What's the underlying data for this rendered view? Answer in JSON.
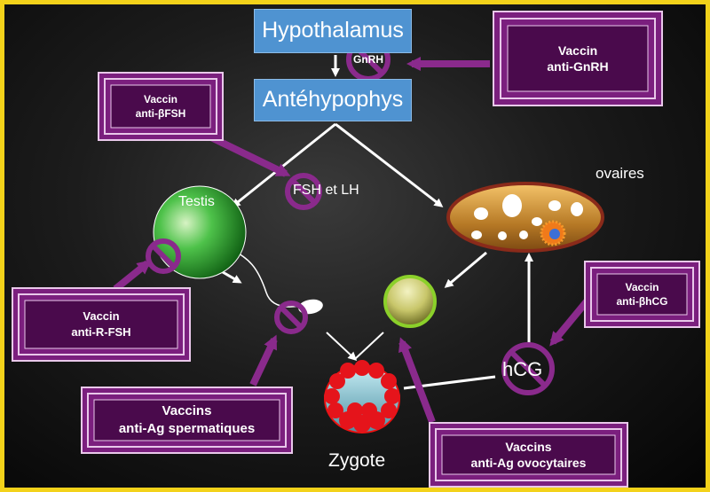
{
  "hormones": {
    "hypothalamus": "Hypothalamus",
    "antehypophyse": "Antéhypophys",
    "gnrh": "GnRH",
    "fsh_lh": "FSH et LH",
    "hcg": "hCG"
  },
  "organs": {
    "testis": "Testis",
    "ovaires": "ovaires",
    "zygote": "Zygote"
  },
  "vaccines": {
    "gnrh": {
      "line1": "Vaccin",
      "line2": "anti-GnRH"
    },
    "bfsh": {
      "line1": "Vaccin",
      "line2": "anti-βFSH "
    },
    "rfsh": {
      "line1": "Vaccin",
      "line2": "anti-R-FSH "
    },
    "bhcg": {
      "line1": "Vaccin",
      "line2": "anti-βhCG"
    },
    "sperm": {
      "line1": "Vaccins",
      "line2": "anti-Ag spermatiques"
    },
    "oocyte": {
      "line1": "Vaccins",
      "line2": "anti-Ag ovocytaires"
    }
  },
  "colors": {
    "vaccine_purple": "#7b1f7e",
    "hormone_blue": "#4f93d1",
    "frame_yellow": "#f3d21a"
  }
}
